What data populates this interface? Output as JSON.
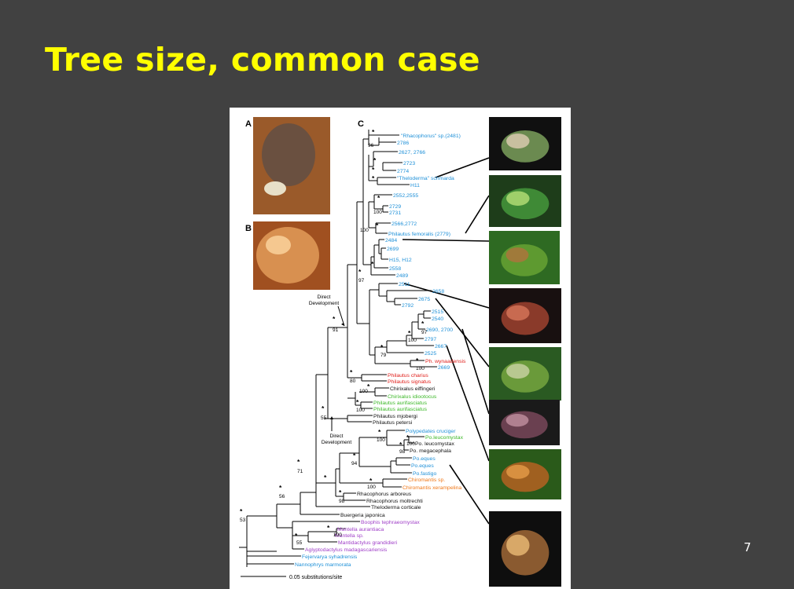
{
  "slide": {
    "title": "Tree size, common case",
    "page_number": "7"
  },
  "figure": {
    "panels": {
      "a": "A",
      "b": "B",
      "c": "C"
    },
    "scale_bar": "0.05 substitutions/site",
    "annotations": [
      {
        "id": "dd-upper",
        "text": "Direct\nDevelopment"
      },
      {
        "id": "dd-lower",
        "text": "Direct\nDevelopment"
      }
    ],
    "colors": {
      "blue": "#1e90d8",
      "red": "#e0201c",
      "green": "#3cb828",
      "orange": "#f07818",
      "purple": "#a040c8",
      "black": "#111111"
    },
    "taxa": [
      {
        "id": 1,
        "text": "\"Rhacophorus\" sp.(2481)",
        "color": "blue"
      },
      {
        "id": 2,
        "text": "2786",
        "color": "blue"
      },
      {
        "id": 3,
        "text": "2627, 2766",
        "color": "blue"
      },
      {
        "id": 4,
        "text": "2723",
        "color": "blue"
      },
      {
        "id": 5,
        "text": "2774",
        "color": "blue"
      },
      {
        "id": 6,
        "text": "\"Theloderma\" schmarda",
        "color": "blue"
      },
      {
        "id": 7,
        "text": "H11",
        "color": "blue"
      },
      {
        "id": 8,
        "text": "2552,2555",
        "color": "blue"
      },
      {
        "id": 9,
        "text": "2729",
        "color": "blue"
      },
      {
        "id": 10,
        "text": "2731",
        "color": "blue"
      },
      {
        "id": 11,
        "text": "2566,2772",
        "color": "blue"
      },
      {
        "id": 12,
        "text": "Philautus femoralis (2779)",
        "color": "blue"
      },
      {
        "id": 13,
        "text": "2484",
        "color": "blue"
      },
      {
        "id": 14,
        "text": "2699",
        "color": "blue"
      },
      {
        "id": 15,
        "text": "H15, H12",
        "color": "blue"
      },
      {
        "id": 16,
        "text": "2558",
        "color": "blue"
      },
      {
        "id": 17,
        "text": "2489",
        "color": "blue"
      },
      {
        "id": 18,
        "text": "2511",
        "color": "blue"
      },
      {
        "id": 19,
        "text": "2658",
        "color": "blue"
      },
      {
        "id": 20,
        "text": "2675",
        "color": "blue"
      },
      {
        "id": 21,
        "text": "2792",
        "color": "blue"
      },
      {
        "id": 22,
        "text": "2515",
        "color": "blue"
      },
      {
        "id": 23,
        "text": "2540",
        "color": "blue"
      },
      {
        "id": 24,
        "text": "2690, 2700",
        "color": "blue"
      },
      {
        "id": 25,
        "text": "2797",
        "color": "blue"
      },
      {
        "id": 26,
        "text": "2667",
        "color": "blue"
      },
      {
        "id": 27,
        "text": "2525",
        "color": "blue"
      },
      {
        "id": 28,
        "text": "Ph. wynaadensis",
        "color": "red"
      },
      {
        "id": 29,
        "text": "2669",
        "color": "blue"
      },
      {
        "id": 30,
        "text": "Philautus charius",
        "color": "red"
      },
      {
        "id": 31,
        "text": "Philautus signatus",
        "color": "red"
      },
      {
        "id": 32,
        "text": "Chirixalus eiffingeri",
        "color": "black"
      },
      {
        "id": 33,
        "text": "Chirixalus idiootocus",
        "color": "green"
      },
      {
        "id": 34,
        "text": "Philautus aurifasciatus",
        "color": "green"
      },
      {
        "id": 35,
        "text": "Philautus aurifasciatus",
        "color": "green"
      },
      {
        "id": 36,
        "text": "Philautus mjobergi",
        "color": "black"
      },
      {
        "id": 37,
        "text": "Philautus petersi",
        "color": "black"
      },
      {
        "id": 38,
        "text": "Polypedates cruciger",
        "color": "blue"
      },
      {
        "id": 39,
        "text": "Po.leucomystax",
        "color": "green"
      },
      {
        "id": 40,
        "text": "Po. leucomystax",
        "color": "black"
      },
      {
        "id": 41,
        "text": "Po. megacephala",
        "color": "black"
      },
      {
        "id": 42,
        "text": "Po.eques",
        "color": "blue"
      },
      {
        "id": 43,
        "text": "Po.eques",
        "color": "blue"
      },
      {
        "id": 44,
        "text": "Po.fastigo",
        "color": "blue"
      },
      {
        "id": 45,
        "text": "Chiromantis sp.",
        "color": "orange"
      },
      {
        "id": 46,
        "text": "Chiromantis xerampelina",
        "color": "orange"
      },
      {
        "id": 47,
        "text": "Rhacophorus arboreus",
        "color": "black"
      },
      {
        "id": 48,
        "text": "Rhacophorus moltrechti",
        "color": "black"
      },
      {
        "id": 49,
        "text": "Theloderma corticale",
        "color": "black"
      },
      {
        "id": 50,
        "text": "Buergeria japonica",
        "color": "black"
      },
      {
        "id": 51,
        "text": "Boophis tephraeomystax",
        "color": "purple"
      },
      {
        "id": 52,
        "text": "Mantella aurantiaca",
        "color": "purple"
      },
      {
        "id": 53,
        "text": "Mantella sp.",
        "color": "purple"
      },
      {
        "id": 54,
        "text": "Mantidactylus grandidieri",
        "color": "purple"
      },
      {
        "id": 55,
        "text": "Aglyptodactylus madagascariensis",
        "color": "purple"
      },
      {
        "id": 56,
        "text": "Fejervarya syhadrensis",
        "color": "blue"
      },
      {
        "id": 57,
        "text": "Nannophrys marmorata",
        "color": "blue"
      }
    ],
    "support_labels": [
      {
        "id": "s1",
        "text": "*"
      },
      {
        "id": "s2",
        "text": "96"
      },
      {
        "id": "s3",
        "text": "*"
      },
      {
        "id": "s4",
        "text": "*"
      },
      {
        "id": "s5",
        "text": "*"
      },
      {
        "id": "s6",
        "text": "100"
      },
      {
        "id": "s7",
        "text": "*"
      },
      {
        "id": "s8",
        "text": "100"
      },
      {
        "id": "s9",
        "text": "*"
      },
      {
        "id": "s10",
        "text": "*"
      },
      {
        "id": "s11",
        "text": "97"
      },
      {
        "id": "s12",
        "text": "*"
      },
      {
        "id": "s13",
        "text": "91"
      },
      {
        "id": "s14",
        "text": "*"
      },
      {
        "id": "s15",
        "text": "97"
      },
      {
        "id": "s16",
        "text": "*"
      },
      {
        "id": "s17",
        "text": "100"
      },
      {
        "id": "s18",
        "text": "*"
      },
      {
        "id": "s19",
        "text": "79"
      },
      {
        "id": "s20",
        "text": "*"
      },
      {
        "id": "s21",
        "text": "100"
      },
      {
        "id": "s22",
        "text": "*"
      },
      {
        "id": "s23",
        "text": "80"
      },
      {
        "id": "s24",
        "text": "*"
      },
      {
        "id": "s25",
        "text": "100"
      },
      {
        "id": "s26",
        "text": "*"
      },
      {
        "id": "s27",
        "text": "100"
      },
      {
        "id": "s28",
        "text": "*"
      },
      {
        "id": "s29",
        "text": "55"
      },
      {
        "id": "s30",
        "text": "*"
      },
      {
        "id": "s31",
        "text": "100"
      },
      {
        "id": "s32",
        "text": "*"
      },
      {
        "id": "s33",
        "text": "100"
      },
      {
        "id": "s34",
        "text": "*"
      },
      {
        "id": "s35",
        "text": "98"
      },
      {
        "id": "s36",
        "text": "*"
      },
      {
        "id": "s37",
        "text": "94"
      },
      {
        "id": "s38",
        "text": "*"
      },
      {
        "id": "s39",
        "text": "71"
      },
      {
        "id": "s40",
        "text": "*"
      },
      {
        "id": "s41",
        "text": "*"
      },
      {
        "id": "s42",
        "text": "100"
      },
      {
        "id": "s43",
        "text": "*"
      },
      {
        "id": "s44",
        "text": "98"
      },
      {
        "id": "s45",
        "text": "*"
      },
      {
        "id": "s46",
        "text": "56"
      },
      {
        "id": "s47",
        "text": "*"
      },
      {
        "id": "s48",
        "text": "53"
      },
      {
        "id": "s49",
        "text": "*"
      },
      {
        "id": "s50",
        "text": "100"
      },
      {
        "id": "s51",
        "text": "*"
      },
      {
        "id": "s52",
        "text": "*"
      },
      {
        "id": "s53",
        "text": "55"
      }
    ],
    "photos": [
      {
        "id": "p1",
        "icon": "frog-photo-icon",
        "colors": [
          "#101010",
          "#6b8a50",
          "#c8c0a0"
        ]
      },
      {
        "id": "p2",
        "icon": "frog-photo-icon",
        "colors": [
          "#1e3d1a",
          "#3f8a36",
          "#9fcf6a"
        ]
      },
      {
        "id": "p3",
        "icon": "frog-photo-icon",
        "colors": [
          "#2e6a22",
          "#5e9a30",
          "#a07a3a"
        ]
      },
      {
        "id": "p4",
        "icon": "frog-photo-icon",
        "colors": [
          "#181010",
          "#8a3a2a",
          "#c86a50"
        ]
      },
      {
        "id": "p5",
        "icon": "frog-photo-icon",
        "colors": [
          "#2a5a22",
          "#6a9a3a",
          "#b8c890"
        ]
      },
      {
        "id": "p6",
        "icon": "frog-photo-icon",
        "colors": [
          "#1a1a1a",
          "#6a4050",
          "#b08090"
        ]
      },
      {
        "id": "p7",
        "icon": "frog-photo-icon",
        "colors": [
          "#2a5a1a",
          "#a06020",
          "#d89040"
        ]
      },
      {
        "id": "p8",
        "icon": "frog-photo-icon",
        "colors": [
          "#0e0e0e",
          "#8a5a30",
          "#d8a868"
        ]
      }
    ],
    "side_photos": [
      {
        "id": "pa",
        "icon": "frog-on-soil-photo-icon",
        "colors": [
          "#9a5a2a",
          "#c07a40",
          "#6a5040"
        ]
      },
      {
        "id": "pb",
        "icon": "egg-photo-icon",
        "colors": [
          "#d89050",
          "#f5c890",
          "#a05020"
        ]
      }
    ]
  }
}
